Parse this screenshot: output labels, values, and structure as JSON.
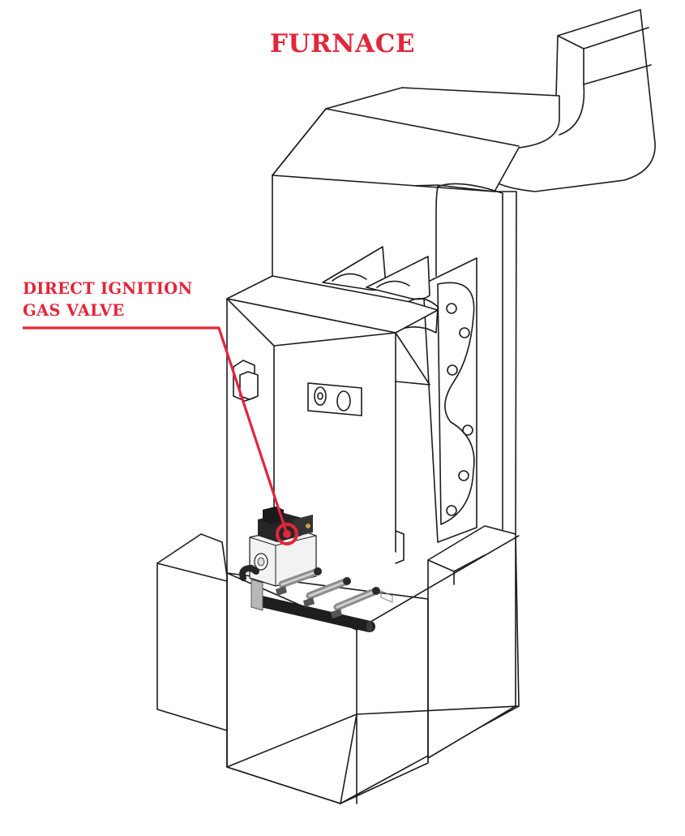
{
  "diagram": {
    "title": "FURNACE",
    "callout": {
      "line1": "DIRECT IGNITION",
      "line2": "GAS VALVE"
    }
  },
  "colors": {
    "accent": "#e3263a",
    "outline": "#1b1b1b",
    "background": "#ffffff",
    "component_dark": "#262626",
    "component_light": "#f2f2f2",
    "metal": "#9a9a9a"
  },
  "icons": {
    "furnace": "furnace-line-drawing",
    "valve": "gas-valve-component"
  }
}
